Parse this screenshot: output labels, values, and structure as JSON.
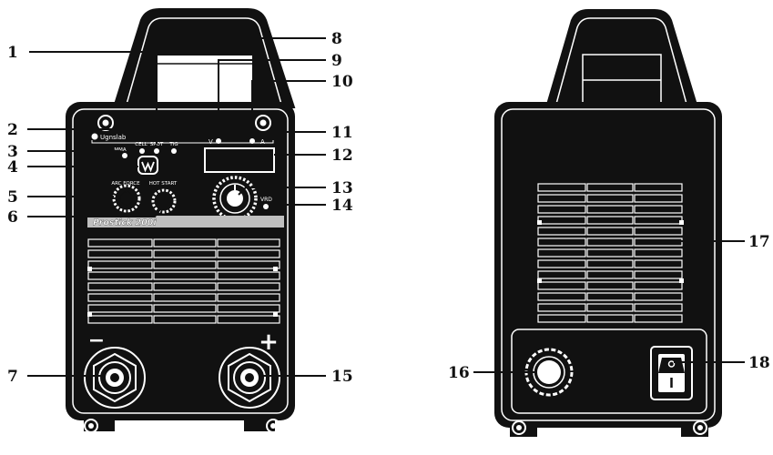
{
  "front_panel": {
    "brand": "Ugnslab",
    "model": "Prostick 200i",
    "mode_labels": {
      "mma": "MMA",
      "cell": "CELL",
      "spot": "SPOT",
      "tig": "TIG"
    },
    "knob_labels": {
      "arc_force": "ARC FORCE",
      "hot_start": "HOT START"
    },
    "display_labels": {
      "volts": "V",
      "amps": "A",
      "vrd": "VRD"
    },
    "minus_sign": "−",
    "plus_sign": "+"
  },
  "callouts": [
    "1",
    "2",
    "3",
    "4",
    "5",
    "6",
    "7",
    "8",
    "9",
    "10",
    "11",
    "12",
    "13",
    "14",
    "15",
    "16",
    "17",
    "18"
  ],
  "colors": {
    "body": "#111111",
    "outline": "#ffffff",
    "model_band": "#bfbfbf"
  }
}
